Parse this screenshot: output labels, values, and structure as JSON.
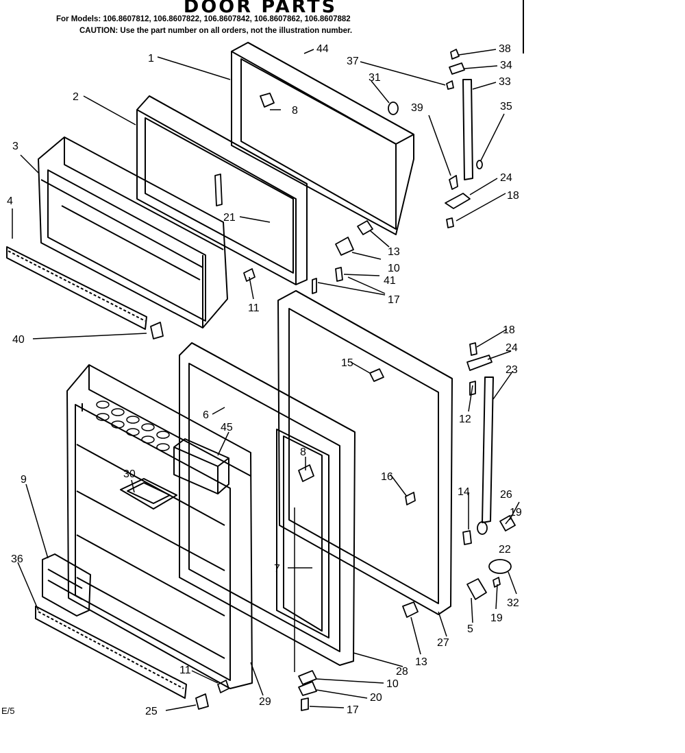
{
  "header": {
    "title": "DOOR PARTS",
    "models_line": "For Models: 106.8607812, 106.8607822, 106.8607842, 106.8607862, 106.8607882",
    "caution_line": "CAUTION: Use the part number on all orders, not the illustration number."
  },
  "footer": {
    "code": "E/5"
  },
  "callouts": [
    "1",
    "2",
    "3",
    "4",
    "5",
    "6",
    "7",
    "8",
    "8",
    "9",
    "10",
    "10",
    "11",
    "11",
    "12",
    "13",
    "13",
    "14",
    "15",
    "16",
    "17",
    "17",
    "18",
    "18",
    "19",
    "19",
    "20",
    "21",
    "22",
    "23",
    "24",
    "24",
    "25",
    "26",
    "27",
    "28",
    "29",
    "30",
    "31",
    "32",
    "33",
    "34",
    "35",
    "36",
    "37",
    "38",
    "39",
    "40",
    "41",
    "44",
    "45"
  ]
}
